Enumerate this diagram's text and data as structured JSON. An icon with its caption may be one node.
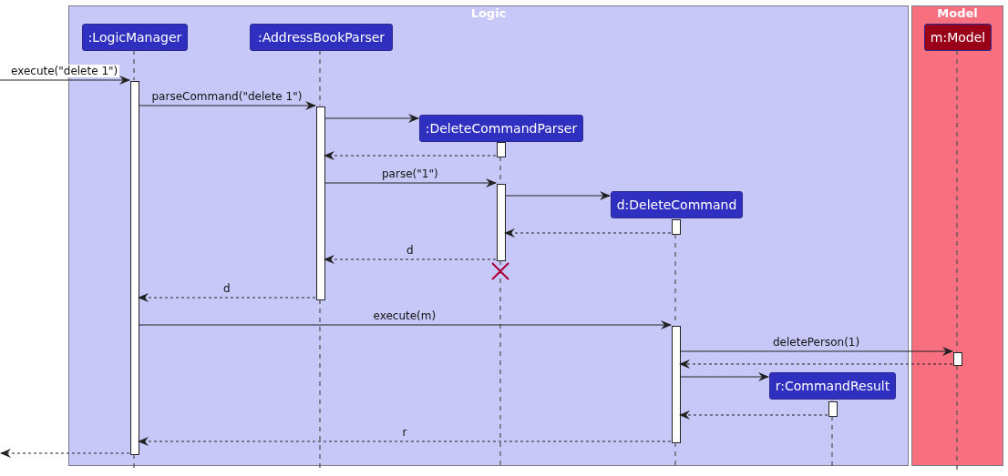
{
  "diagram": {
    "nodes": [
      {
        "text": [
          "Logic"
        ]
      },
      {
        "text": [
          "Model"
        ]
      },
      {
        "text": [
          ":LogicManager"
        ],
        "in": 0
      },
      {
        "text": [
          ":AddressBookParser"
        ],
        "in": 0
      },
      {
        "text": [
          ":DeleteCommandParser"
        ],
        "in": 0
      },
      {
        "text": [
          "d:DeleteCommand"
        ],
        "in": 0
      },
      {
        "text": [
          "r:CommandResult"
        ],
        "in": 0
      },
      {
        "text": [
          "m:Model"
        ],
        "in": 1
      },
      {
        "text": [],
        "shape": "bar",
        "in": 0
      },
      {
        "text": [],
        "shape": "bar",
        "in": 0
      },
      {
        "text": [],
        "shape": "bar",
        "in": 0
      },
      {
        "text": [],
        "shape": "bar",
        "in": 0
      },
      {
        "text": [],
        "shape": "bar",
        "in": 0
      },
      {
        "text": [],
        "shape": "bar",
        "in": 0
      },
      {
        "text": [],
        "shape": "bar",
        "in": 1
      },
      {
        "text": [],
        "shape": "bar",
        "in": 0
      }
    ],
    "edges": [
      {
        "from": null,
        "to": 8,
        "arrow": "to",
        "label": "execute(\"delete 1\")"
      },
      {
        "from": 8,
        "to": 9,
        "arrow": "to",
        "label": "parseCommand(\"delete 1\")"
      },
      {
        "from": 9,
        "to": 4,
        "arrow": "to"
      },
      {
        "from": 10,
        "to": 9,
        "arrow": "to",
        "style": "dashed"
      },
      {
        "from": 9,
        "to": 11,
        "arrow": "to",
        "label": "parse(\"1\")"
      },
      {
        "from": 11,
        "to": 5,
        "arrow": "to"
      },
      {
        "from": 12,
        "to": 11,
        "arrow": "to",
        "style": "dashed"
      },
      {
        "from": 11,
        "to": 9,
        "arrow": "to",
        "label": "d",
        "style": "dashed"
      },
      {
        "from": 9,
        "to": 8,
        "arrow": "to",
        "label": "d",
        "style": "dashed"
      },
      {
        "from": 8,
        "to": 13,
        "arrow": "to",
        "label": "execute(m)"
      },
      {
        "from": 13,
        "to": 14,
        "arrow": "to",
        "label": "deletePerson(1)"
      },
      {
        "from": 14,
        "to": 13,
        "arrow": "to",
        "style": "dashed"
      },
      {
        "from": 13,
        "to": 6,
        "arrow": "to"
      },
      {
        "from": 15,
        "to": 13,
        "arrow": "to",
        "style": "dashed"
      },
      {
        "from": 13,
        "to": 8,
        "arrow": "to",
        "label": "r",
        "style": "dashed"
      },
      {
        "from": 8,
        "to": null,
        "arrow": "to",
        "style": "dashed"
      }
    ]
  }
}
